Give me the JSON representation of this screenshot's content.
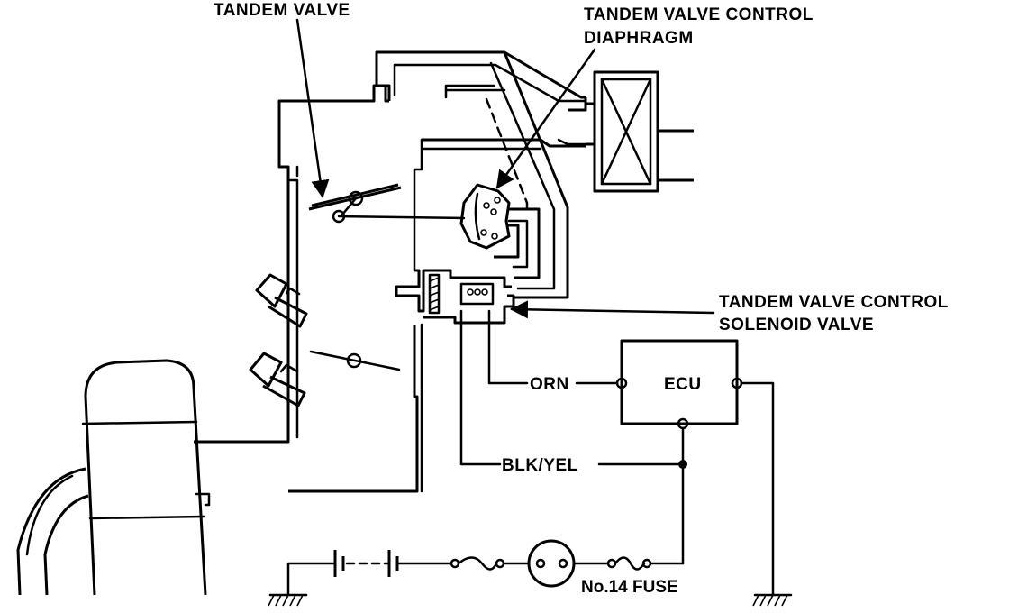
{
  "labels": {
    "tandem_valve": "TANDEM VALVE",
    "diaphragm_line1": "TANDEM VALVE CONTROL",
    "diaphragm_line2": "DIAPHRAGM",
    "solenoid_line1": "TANDEM VALVE CONTROL",
    "solenoid_line2": "SOLENOID VALVE",
    "ecu": "ECU",
    "orn": "ORN",
    "blk_yel": "BLK/YEL",
    "fuse": "No.14 FUSE"
  }
}
